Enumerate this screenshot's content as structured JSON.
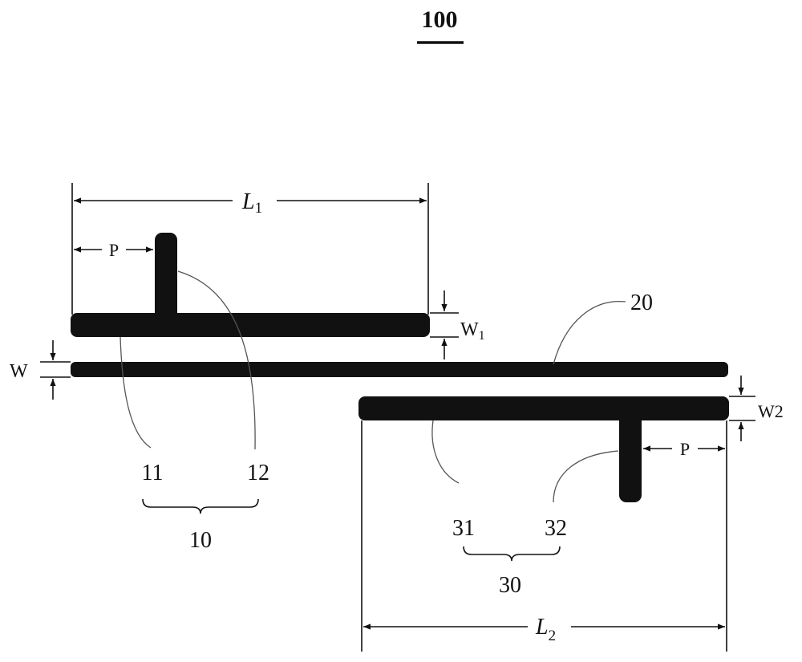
{
  "figure": {
    "number": "100",
    "parts": {
      "resonator_top": {
        "group_label": "10",
        "horizontal_label": "11",
        "vertical_label": "12"
      },
      "center_line": {
        "label": "20"
      },
      "resonator_bottom": {
        "group_label": "30",
        "horizontal_label": "31",
        "vertical_label": "32"
      }
    },
    "dimensions": {
      "L1": {
        "main": "L",
        "sub": "1"
      },
      "L2": {
        "main": "L",
        "sub": "2"
      },
      "W1": {
        "main": "W",
        "sub": "1"
      },
      "W2": "W2",
      "W": "W",
      "P_top": "P",
      "P_bottom": "P"
    }
  },
  "colors": {
    "ink": "#111111",
    "leader": "#555555",
    "background": "#ffffff"
  }
}
